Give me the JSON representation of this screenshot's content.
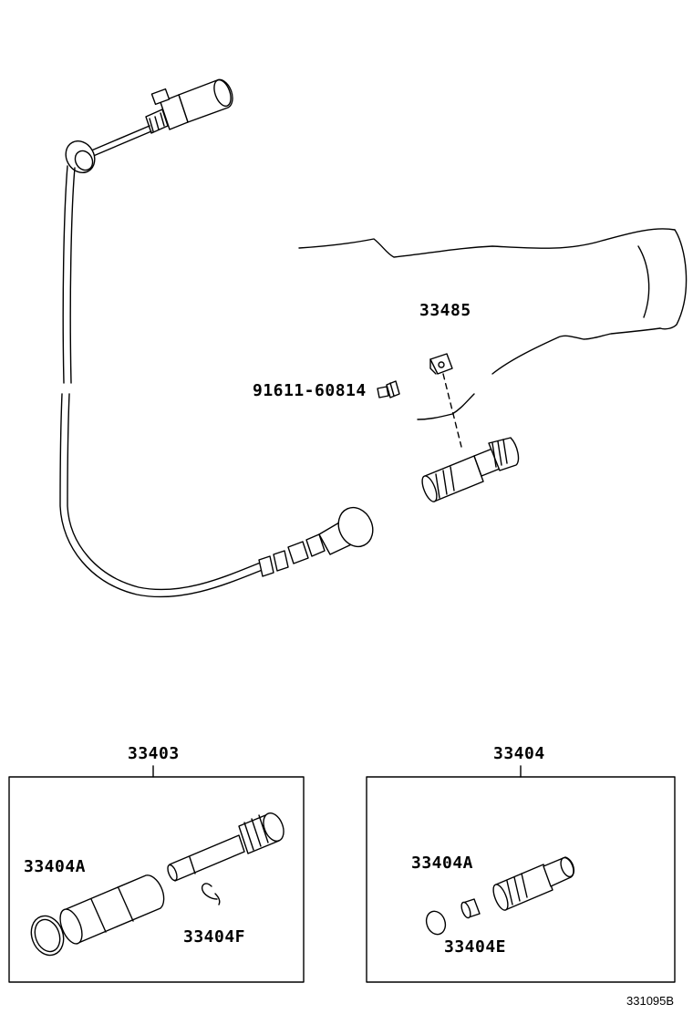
{
  "labels": {
    "speedo_sleeve": "33485",
    "bolt": "91611-60814",
    "driven_gear_kit": "33403",
    "sleeve_kit": "33404",
    "kit_a_oring": "33404A",
    "kit_a_clip": "33404F",
    "kit_b_oring": "33404A",
    "kit_b_seal": "33404E"
  },
  "diagram_ref": "331095B"
}
